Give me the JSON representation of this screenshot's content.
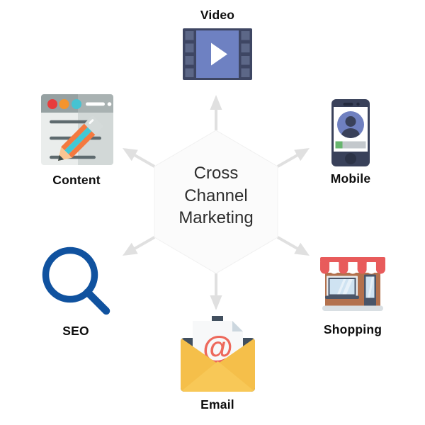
{
  "diagram_title": {
    "lines": [
      "Cross",
      "Channel",
      "Marketing"
    ]
  },
  "channels": [
    {
      "label": "Video",
      "icon": "film-strip-icon",
      "position": "top"
    },
    {
      "label": "Mobile",
      "icon": "smartphone-icon",
      "position": "top-right"
    },
    {
      "label": "Shopping",
      "icon": "storefront-icon",
      "position": "bottom-right"
    },
    {
      "label": "Email",
      "icon": "envelope-icon",
      "position": "bottom",
      "glyph": "@"
    },
    {
      "label": "SEO",
      "icon": "magnifier-icon",
      "position": "bottom-left"
    },
    {
      "label": "Content",
      "icon": "browser-pencil-icon",
      "position": "top-left"
    }
  ],
  "colors": {
    "hex_fill": "#fbfbfb",
    "hex_stroke": "#f0f0f0",
    "arrow": "#e0e0e0",
    "title_text": "#2e2e2e",
    "label_text": "#0e0e0e",
    "video_frame": "#3e4663",
    "video_sprocket": "#5c6787",
    "video_screen": "#6e81c2",
    "phone_body": "#39415a",
    "phone_slot": "#232a3e",
    "phone_home": "#2c3347",
    "avatar_blue": "#6f80c0",
    "progress_green": "#67b56e",
    "progress_gray": "#c3c8cc",
    "bar_left": "#96a1a2",
    "bar_right": "#a9b2b2",
    "body_left": "#eaedec",
    "body_right": "#d2d8d7",
    "dot_red": "#e83c3c",
    "dot_orange": "#f5942c",
    "dot_teal": "#46c3d2",
    "text_line": "#5e6a6e",
    "pencil_orange": "#f4793f",
    "pencil_teal": "#42c8d6",
    "pencil_wood": "#fbc592",
    "pencil_lead": "#3d4b4b",
    "pencil_cap": "#d4dad9",
    "seo_blue": "#10529f",
    "awning_red": "#e85b5b",
    "wall_brown": "#b3714d",
    "store_slate": "#4a5568",
    "glass_blue": "#cfe3f2",
    "window_frame": "#e8ecef",
    "store_base": "#d9dfe3",
    "envelope_yellow": "#f5bf4a",
    "envelope_front": "#f8c857",
    "envelope_back": "#42505f",
    "paper_white": "#f7f8f9",
    "paper_fold": "#ccd7df",
    "at_coral": "#ed695c"
  }
}
